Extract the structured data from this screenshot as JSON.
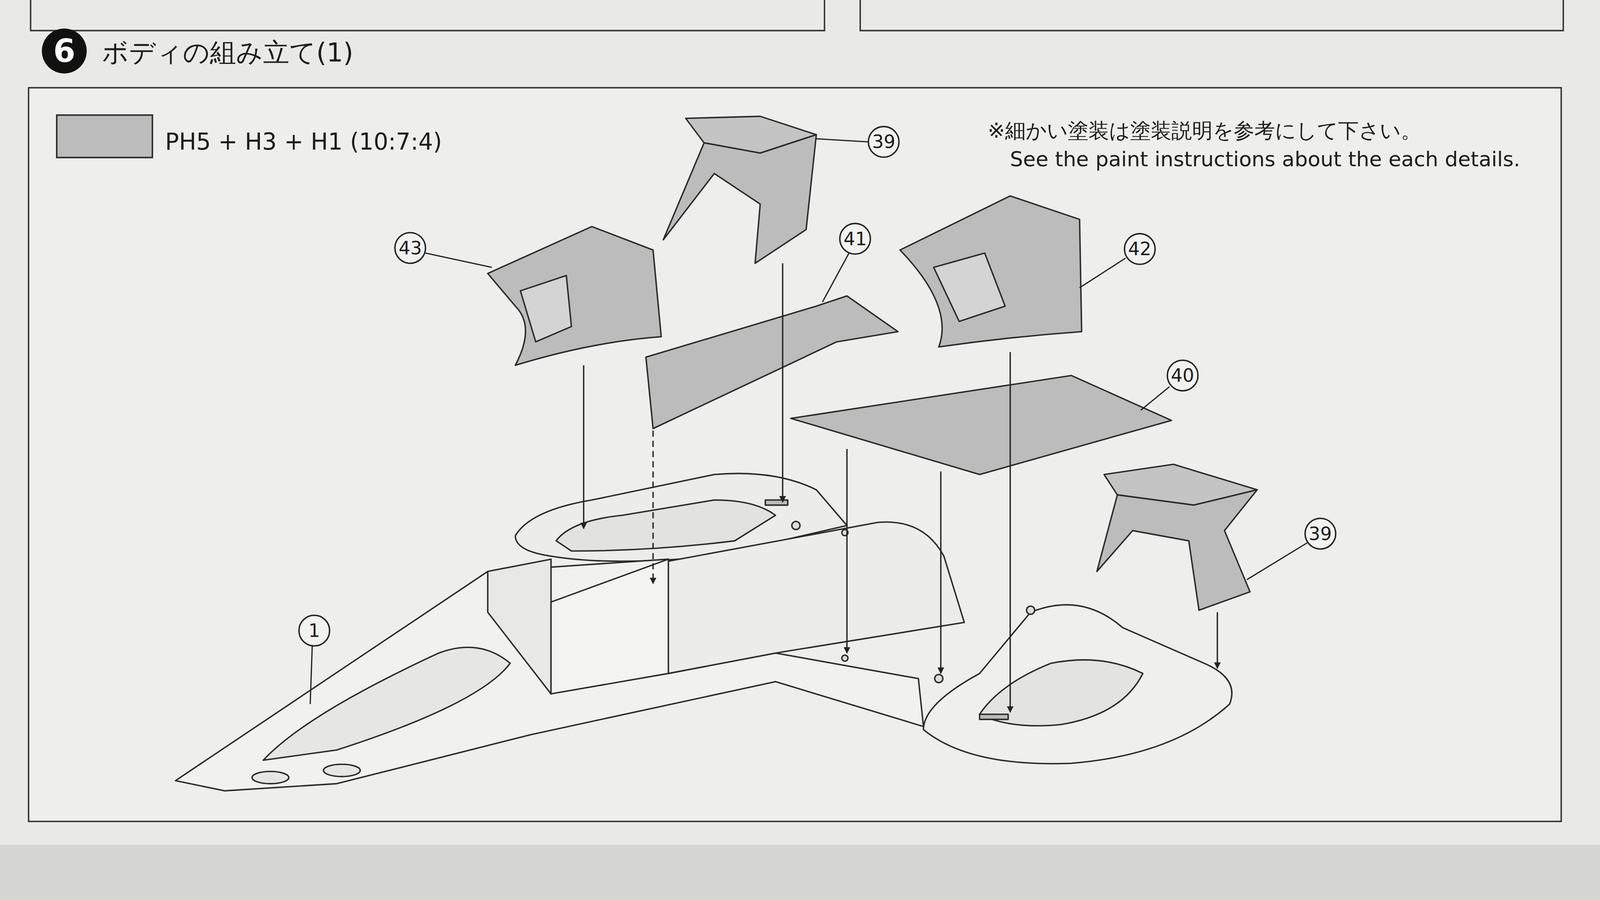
{
  "diagram": {
    "title": "ボディの組み立て(1)",
    "labels": [
      "6",
      "39",
      "43",
      "41",
      "42",
      "40",
      "39",
      "1",
      "※細かい塗装は塗装説明を参考にして下さい。",
      "See the paint instructions about the each details."
    ],
    "legend": [
      {
        "text": "PH5 + H3 + H1 (10:7:4)",
        "color": "#bcbcbc"
      }
    ]
  }
}
